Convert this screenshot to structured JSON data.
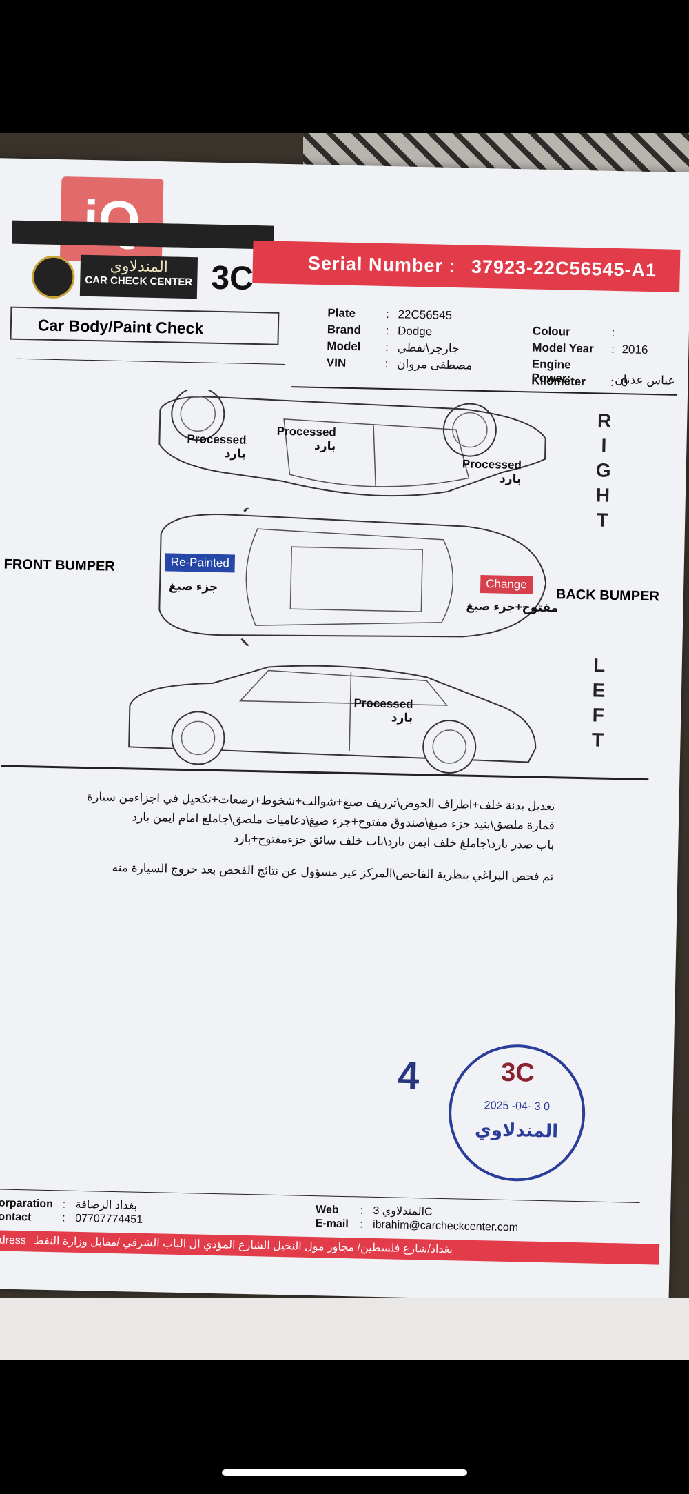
{
  "watermark": "iQ",
  "header": {
    "serial_label": "Serial Number :",
    "serial_value": "37923-22C56545-A1",
    "logo_ar": "المندلاوي",
    "logo_en": "CAR CHECK CENTER",
    "logo_3c": "3C",
    "title": "Car Body/Paint Check"
  },
  "vehicle": {
    "plate_label": "Plate",
    "plate_value": "22C56545",
    "brand_label": "Brand",
    "brand_value": "Dodge",
    "model_label": "Model",
    "model_value": "جارجر\\نفطي",
    "vin_label": "VIN",
    "vin_value": "مصطفى مروان",
    "colour_label": "Colour",
    "colour_value": "",
    "year_label": "Model Year",
    "year_value": "2016",
    "engine_label": "Engine Power:",
    "engine_value": "عباس عدنان",
    "km_label": "Kilometer",
    "km_value": "0"
  },
  "diagram": {
    "right_letters": [
      "R",
      "I",
      "G",
      "H",
      "T"
    ],
    "left_letters": [
      "L",
      "E",
      "F",
      "T"
    ],
    "front_bumper": "FRONT BUMPER",
    "back_bumper": "BACK BUMPER",
    "right_marks": [
      {
        "en": "Processed",
        "ar": "بارد"
      },
      {
        "en": "Processed",
        "ar": "بارد"
      },
      {
        "en": "Processed",
        "ar": "بارد"
      }
    ],
    "top_marks": {
      "repainted": "Re-Painted",
      "repainted_ar": "جزء صبغ",
      "change": "Change",
      "change_ar": "مفتوح+جزء صبغ"
    },
    "left_mark": {
      "en": "Processed",
      "ar": "بارد"
    }
  },
  "notes": {
    "line1": "تعديل بدنة خلف+اطراف الحوض\\تزريف صبغ+شوالب+شخوط+رصعات+تكحيل في اجزاءمن سيارة",
    "line2": "قمارة ملصق\\بنيد جزء صبغ\\صندوق مفتوح+جزء صبغ\\دعاميات ملصق\\جاملغ امام ايمن بارد",
    "line3": "باب صدر بارد\\جاملغ خلف ايمن بارد\\باب خلف سائق جزءمفتوح+بارد",
    "disclaimer": "تم فحص البراغي بنظرية الفاحص\\المركز غير مسؤول عن نتائج الفحص بعد خروج السيارة منه"
  },
  "stamp": {
    "page_number": "4",
    "code": "3C",
    "date": "2025 -04- 3 0",
    "name": "المندلاوي"
  },
  "footer": {
    "corp_label": "Corparation",
    "corp_value": "بغداد الرصافة",
    "contact_label": "Contact",
    "contact_value": "07707774451",
    "web_label": "Web",
    "web_value": "المندلاوي 3C",
    "email_label": "E-mail",
    "email_value": "ibrahim@carcheckcenter.com",
    "address_label": "Address",
    "address_value": "بغداد/شارع فلسطين/ مجاور مول النخيل الشارع المؤدي ال الباب الشرقي /مقابل وزارة النفط"
  },
  "colors": {
    "brand_red": "#e23b4a",
    "stamp_blue": "#2b3d9a",
    "repaint_blue": "#2548a8"
  }
}
